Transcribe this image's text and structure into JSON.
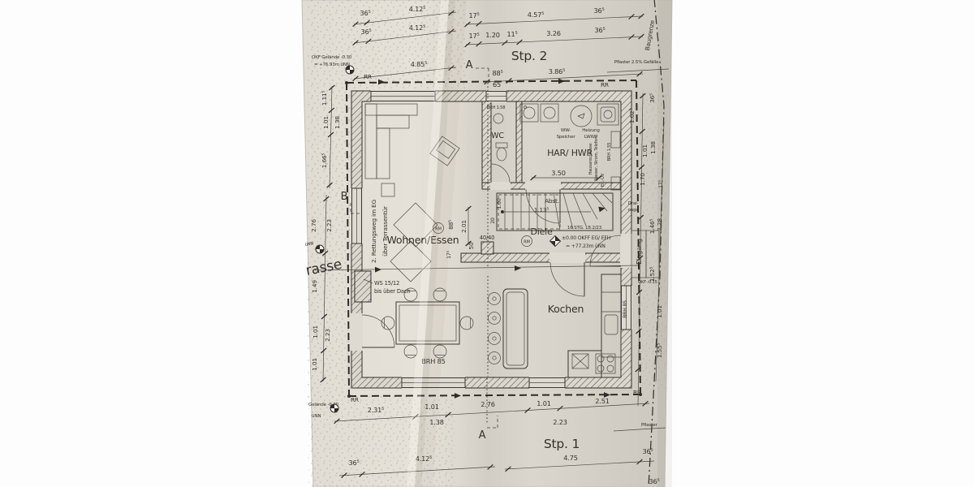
{
  "site": {
    "stellplatz2": "Stp. 2",
    "stellplatz1": "Stp. 1",
    "baugrenze": "Baugrenze",
    "pflaster_top": "Pflaster 2.5% Gefälle",
    "pflaster_bottom": "Pflaster",
    "strasse_fragment": "rasse",
    "rr": "RR",
    "okf_gelaende": "OKF Gelände -0.30",
    "okf_gelaende_nn": "= +76.93m üNN",
    "gelaende_bottom": "Gelände -0.30",
    "uenn": "üNN"
  },
  "sections": {
    "a": "A",
    "b": "B"
  },
  "rooms": {
    "wohnen_essen": "Wohnen/Essen",
    "wc": "WC",
    "har_hwr": "HAR/ HWR",
    "diele": "Diele",
    "kochen": "Kochen",
    "abstell": "Abst."
  },
  "annotations": {
    "rettungsweg_line1": "2. Rettungsweg im EG",
    "rettungsweg_line2": "über Terrassentür",
    "ww_line1": "WW-",
    "ww_line2": "Speicher",
    "heizung_line1": "Heizung",
    "heizung_line2": "LWWP",
    "hausanschluesse1": "Hausanschlüsse",
    "hausanschluesse2": "Wasser, Strom, Telefon",
    "elt_uv": "Elt.-UV",
    "stairs": "16 STG. 18.2/23",
    "okff_eg": "±0.00 OKFF EG/ EFH",
    "okff_eg_nn": "= +77.23m üNN",
    "column": "40/40",
    "rm": "RM",
    "ws_line1": "WS 15/12",
    "ws_line2": "bis über Dach",
    "brh_wc": "BRH 1.58",
    "brh_essen": "BRH 85",
    "brh_kueche": "BRH 85",
    "brh_hwr": "BRH 1.55",
    "drainage_line1": "Drai-",
    "drainage_line2": "nage",
    "eingang": "Eingang",
    "okf_eingang": "OKF -0.15",
    "hwr_breite": "3.50",
    "abst_breite": "1.13⁵"
  },
  "dims": {
    "top_left": [
      "36⁵",
      "4.12⁵",
      "36⁵",
      "4.12⁵",
      "4.85⁵"
    ],
    "top_right_1": [
      "17⁵",
      "4.57⁵",
      "36⁵"
    ],
    "top_right_2": [
      "17⁵",
      "1.20",
      "11⁵",
      "3.26",
      "36⁵"
    ],
    "top_right_3": [
      "88⁵",
      "65",
      "3.86⁵"
    ],
    "bottom_1": [
      "2.31⁵",
      "1.01",
      "1.38",
      "2.76",
      "1.01",
      "2.23",
      "2.51"
    ],
    "bottom_2": [
      "36⁵",
      "4.12⁵",
      "4.75",
      "36⁵",
      "36⁵"
    ],
    "left": [
      "1.11⁵",
      "1.01",
      "1.38",
      "1.66⁵",
      "2.76",
      "2.23",
      "1.49",
      "1.01",
      "2.23",
      "1.01"
    ],
    "right": [
      "36⁵",
      "1.62⁵",
      "1.01",
      "1.38",
      "1.70",
      "17⁵",
      "1.46⁵",
      "2.28",
      "1.52⁵",
      "1.01",
      "1.55⁵"
    ],
    "opening": [
      "88⁵",
      "2.01",
      "50",
      "17⁵"
    ],
    "stairwell": [
      "1.00",
      "20"
    ]
  }
}
